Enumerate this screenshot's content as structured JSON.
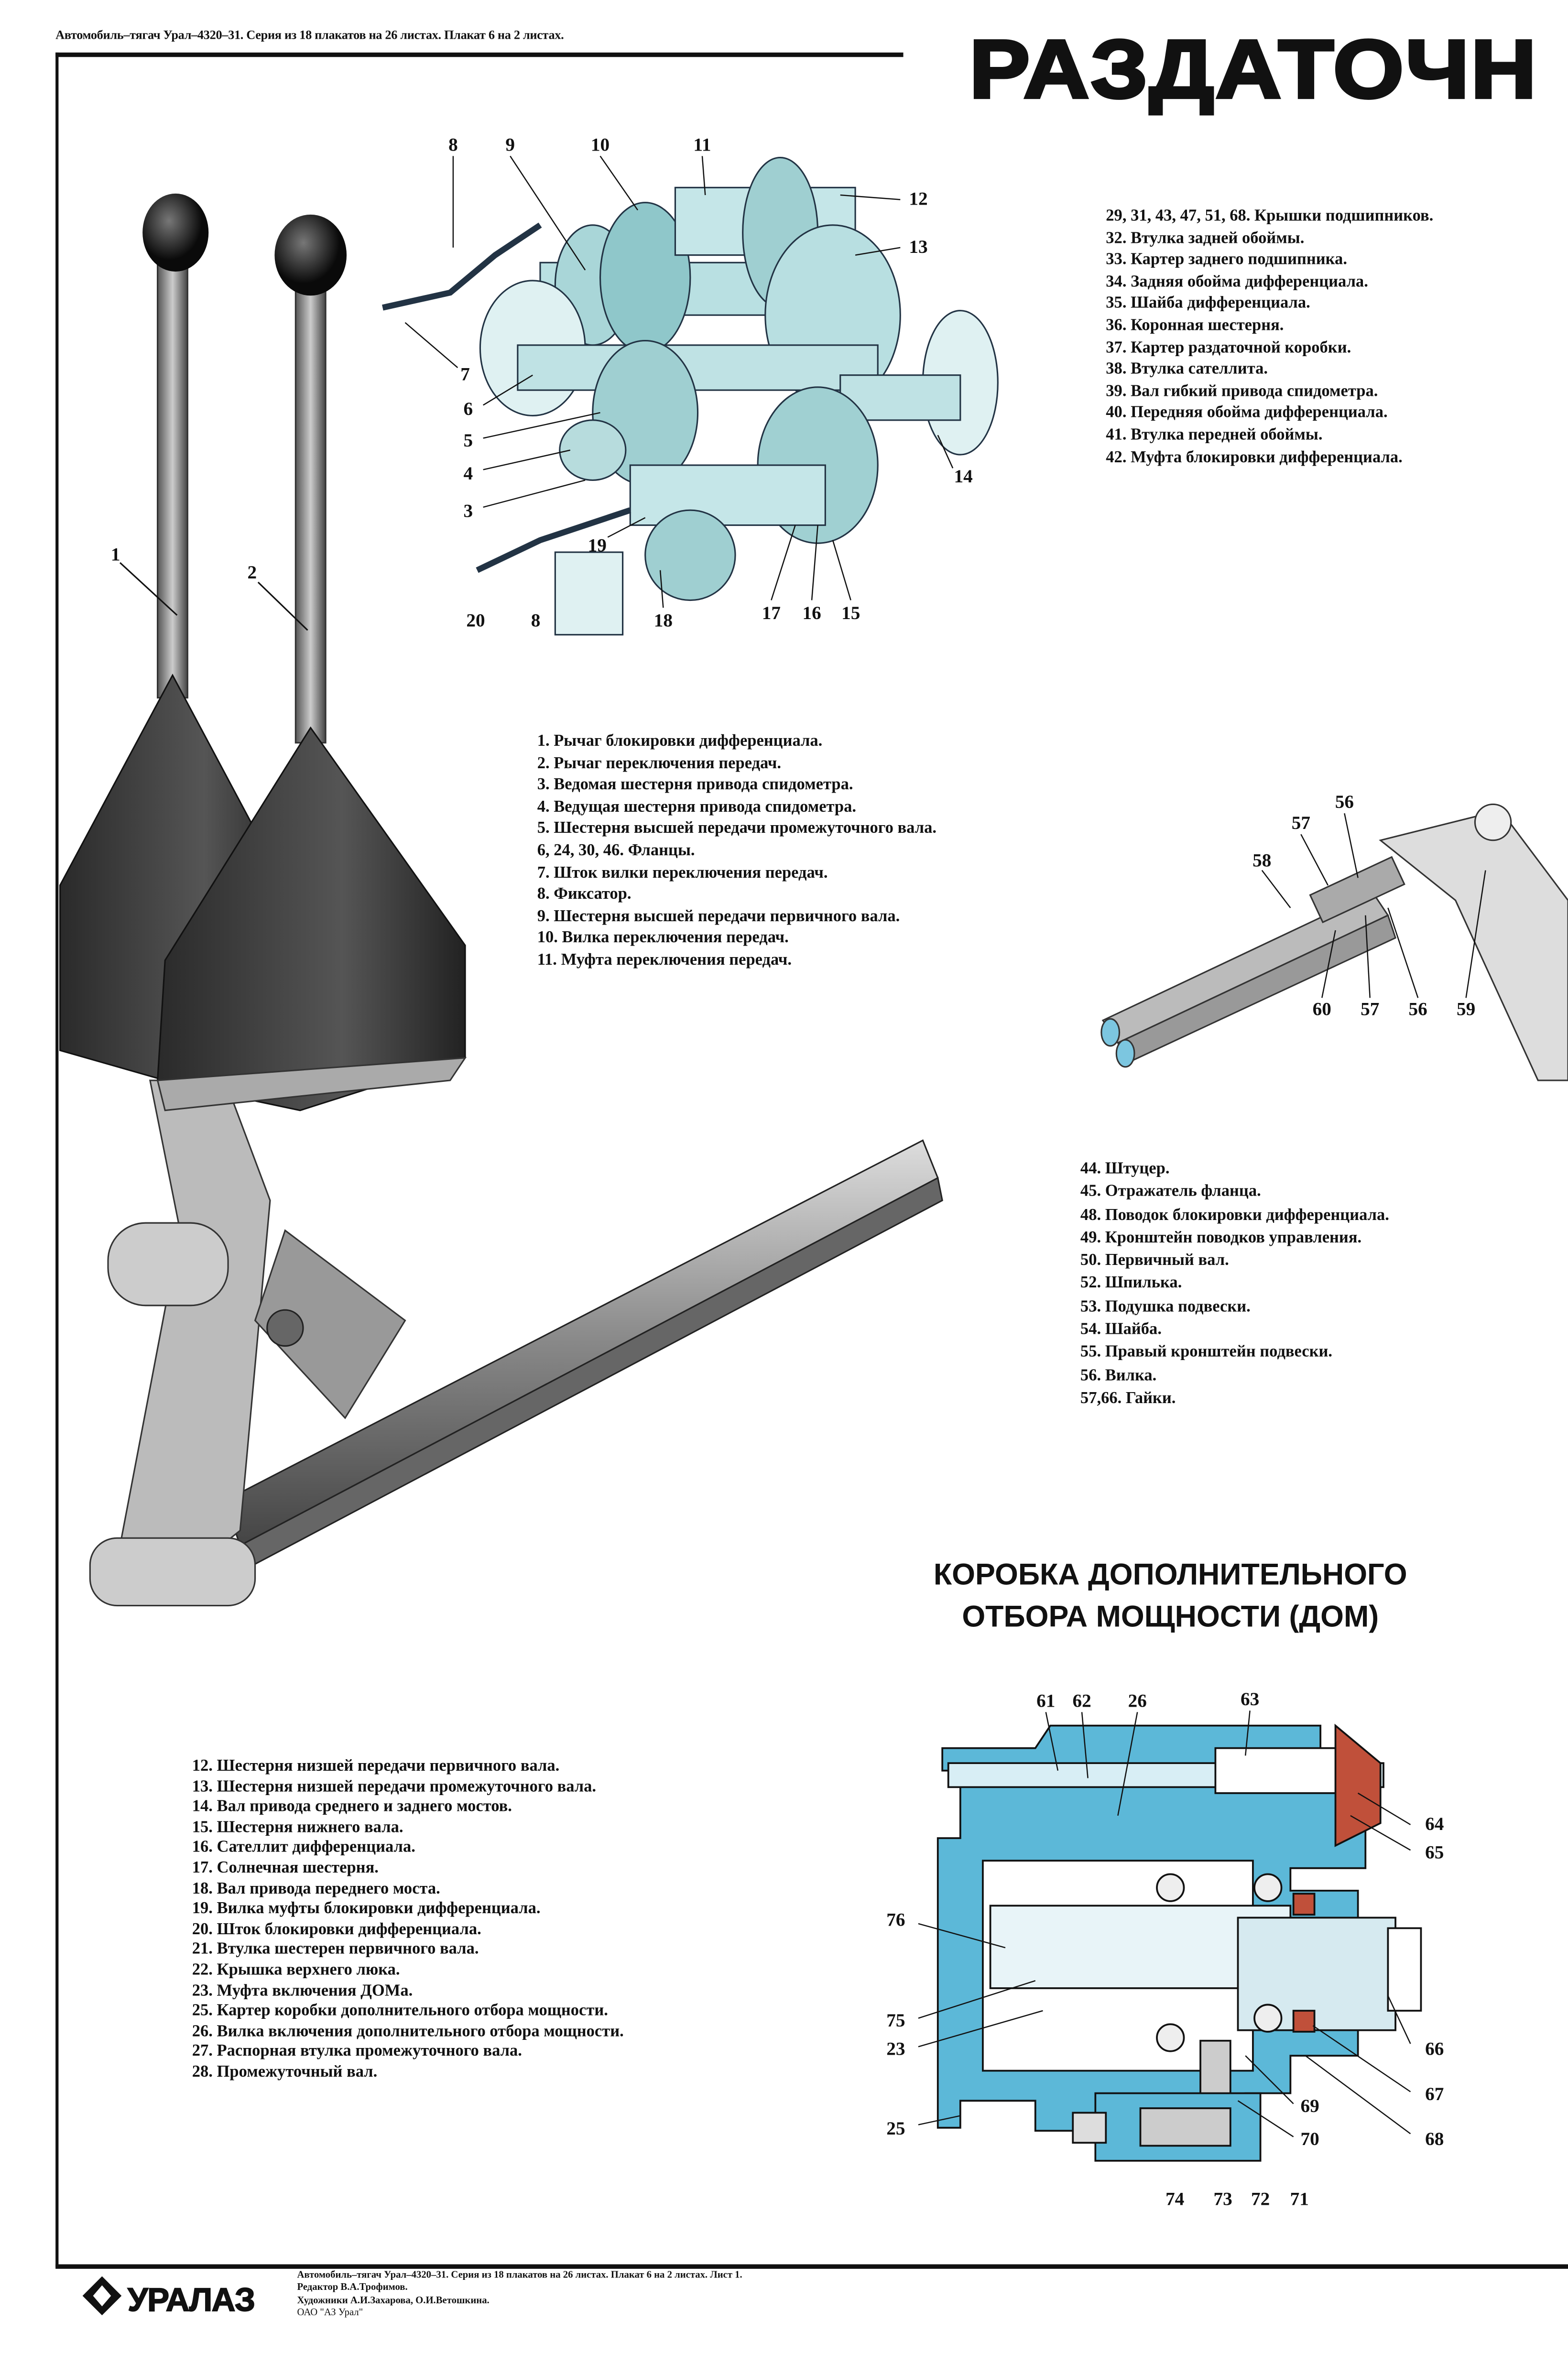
{
  "header": {
    "series_line": "Автомобиль–тягач Урал–4320–31. Серия из 18 плакатов на 26 листах.   Плакат 6 на 2 листах.",
    "title": "РАЗДАТОЧН"
  },
  "legend_top_right": [
    "29, 31, 43, 47, 51, 68. Крышки подшипников.",
    "32. Втулка задней обоймы.",
    "33. Картер заднего подшипника.",
    "34. Задняя обойма дифференциала.",
    "35. Шайба дифференциала.",
    "36. Коронная шестерня.",
    "37. Картер раздаточной коробки.",
    "38. Втулка сателлита.",
    "39. Вал  гибкий привода спидометра.",
    "40. Передняя обойма дифференциала.",
    "41. Втулка передней обоймы.",
    "42. Муфта блокировки дифференциала."
  ],
  "legend_middle": [
    "1. Рычаг блокировки дифференциала.",
    "2. Рычаг переключения передач.",
    "3. Ведомая шестерня привода спидометра.",
    "4. Ведущая шестерня привода спидометра.",
    "5. Шестерня высшей передачи промежуточного вала.",
    "6, 24, 30, 46.  Фланцы.",
    "7. Шток вилки переключения передач.",
    "8. Фиксатор.",
    "9. Шестерня высшей передачи первичного вала.",
    "10. Вилка переключения передач.",
    "11. Муфта переключения передач."
  ],
  "legend_right": [
    "44. Штуцер.",
    "45. Отражатель фланца.",
    "48. Поводок блокировки дифференциала.",
    "49. Кронштейн поводков управления.",
    "50. Первичный вал.",
    "52.  Шпилька.",
    "53. Подушка подвески.",
    "54. Шайба.",
    "55. Правый кронштейн подвески.",
    "56. Вилка.",
    "57,66. Гайки."
  ],
  "legend_bottom_left": [
    "12. Шестерня низшей передачи первичного вала.",
    "13. Шестерня низшей передачи промежуточного вала.",
    "14. Вал привода среднего и заднего мостов.",
    "15. Шестерня нижнего вала.",
    "16. Сателлит дифференциала.",
    "17. Солнечная шестерня.",
    "18. Вал привода переднего моста.",
    "19. Вилка муфты блокировки дифференциала.",
    "20. Шток блокировки дифференциала.",
    "21. Втулка шестерен первичного вала.",
    "22. Крышка верхнего люка.",
    "23. Муфта включения ДОМа.",
    "25. Картер коробки дополнительного отбора мощности.",
    "26. Вилка включения дополнительного отбора мощности.",
    "27. Распорная втулка промежуточного вала.",
    "28. Промежуточный вал."
  ],
  "dom_section": {
    "title_line1": "КОРОБКА ДОПОЛНИТЕЛЬНОГО",
    "title_line2": "ОТБОРА МОЩНОСТИ (ДОМ)"
  },
  "callouts": {
    "levers": [
      "1",
      "2"
    ],
    "gearbox": [
      "8",
      "9",
      "10",
      "11",
      "12",
      "13",
      "7",
      "6",
      "5",
      "4",
      "3",
      "14",
      "19",
      "20",
      "8",
      "18",
      "17",
      "16",
      "15"
    ],
    "rods": [
      "56",
      "57",
      "58",
      "60",
      "57",
      "56",
      "59"
    ],
    "dom": [
      "61",
      "62",
      "26",
      "63",
      "64",
      "65",
      "76",
      "75",
      "23",
      "66",
      "67",
      "69",
      "68",
      "25",
      "70",
      "74",
      "73",
      "72",
      "71"
    ]
  },
  "footer": {
    "logo_text": "УРАЛАЗ",
    "lines": [
      "Автомобиль–тягач Урал–4320–31. Серия из 18 плакатов на 26  листах.   Плакат 6 на 2 листах. Лист 1.",
      "Редактор В.А.Трофимов.",
      "Художники А.И.Захарова, О.И.Ветошкина.",
      "ОАО \"АЗ Урал\""
    ]
  },
  "colors": {
    "ink": "#111111",
    "steel": "#9aa3a6",
    "teal": "#a9d6d8",
    "dom_blue": "#5cb8d8",
    "seal_red": "#c0503a"
  }
}
